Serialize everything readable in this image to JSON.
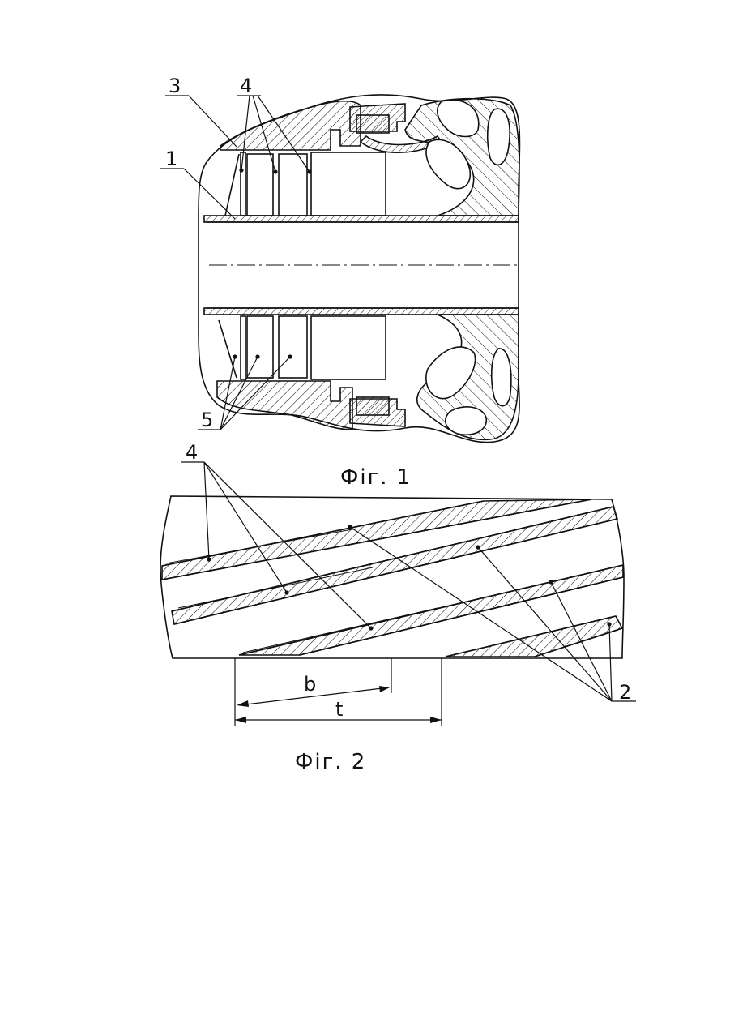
{
  "figure1": {
    "caption": "Фіг. 1",
    "labels": {
      "l3": "3",
      "l4": "4",
      "l1": "1",
      "l5": "5"
    }
  },
  "figure2": {
    "caption": "Фіг. 2",
    "labels": {
      "l4": "4",
      "l2": "2",
      "dim_b": "b",
      "dim_t": "t"
    }
  },
  "colors": {
    "ink": "#111111",
    "paper": "#ffffff"
  }
}
